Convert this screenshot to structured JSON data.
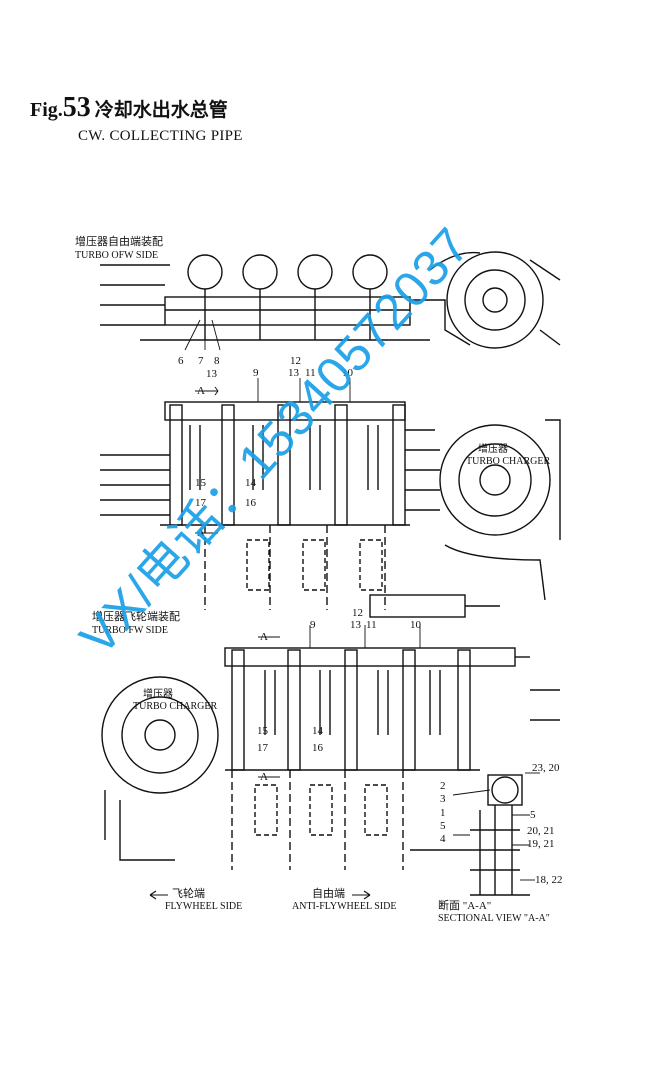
{
  "figure": {
    "prefix": "Fig.",
    "number": "53",
    "title_cn": "冷却水出水总管",
    "title_en": "CW. COLLECTING PIPE"
  },
  "views": {
    "turbo_ofw_cn": "增压器自由端装配",
    "turbo_ofw_en": "TURBO OFW SIDE",
    "turbo_fw_cn": "增压器飞轮端装配",
    "turbo_fw_en": "TURBO FW SIDE",
    "turbo_charger_cn": "增压器",
    "turbo_charger_en": "TURBO CHARGER",
    "section_cn": "断面 \"A-A\"",
    "section_en": "SECTIONAL VIEW \"A-A\"",
    "flywheel_cn": "飞轮端",
    "flywheel_en": "FLYWHEEL SIDE",
    "anti_cn": "自由端",
    "anti_en": "ANTI-FLYWHEEL SIDE",
    "section_mark": "A"
  },
  "callouts": {
    "top": [
      "6",
      "7",
      "8",
      "13"
    ],
    "mid_a": [
      "9",
      "12",
      "13",
      "11",
      "10"
    ],
    "mid_b": [
      "15",
      "17",
      "14",
      "16"
    ],
    "low_a": [
      "9",
      "12",
      "13",
      "11",
      "10"
    ],
    "low_b": [
      "15",
      "17",
      "14",
      "16"
    ],
    "section": [
      "2",
      "3",
      "1",
      "5",
      "4",
      "23, 20",
      "5",
      "20, 21",
      "19, 21",
      "18, 22"
    ]
  },
  "watermark": "VX/电话：15340572037",
  "colors": {
    "line": "#111111",
    "watermark": "#1aa0e8",
    "background": "#ffffff"
  }
}
